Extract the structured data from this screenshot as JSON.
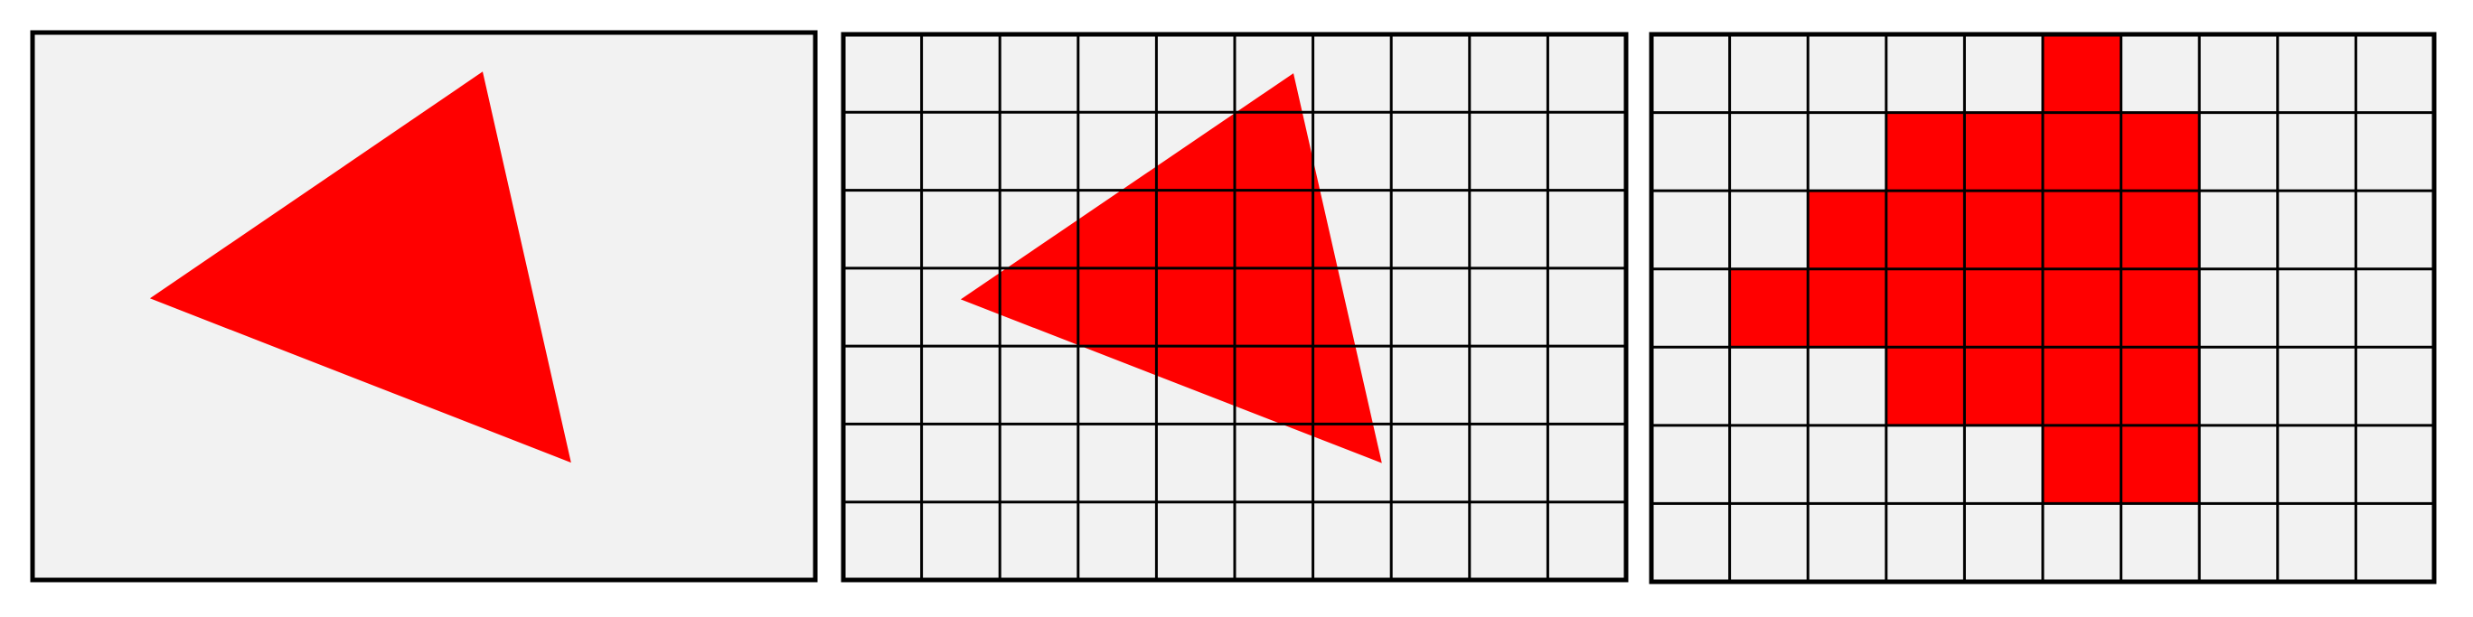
{
  "colors": {
    "background": "#ffffff",
    "panel_fill": "#f2f2f2",
    "shape_fill": "#ff0000",
    "stroke": "#000000"
  },
  "panels": [
    {
      "name": "continuous-triangle",
      "shows_grid": false,
      "shows_triangle": true,
      "shows_raster": false
    },
    {
      "name": "triangle-over-grid",
      "shows_grid": true,
      "shows_triangle": true,
      "shows_raster": false
    },
    {
      "name": "rasterized-triangle",
      "shows_grid": true,
      "shows_triangle": false,
      "shows_raster": true
    }
  ],
  "grid": {
    "columns": 10,
    "rows": 7
  },
  "triangle": {
    "vertices_in_cells": [
      [
        5.75,
        0.5
      ],
      [
        1.5,
        3.4
      ],
      [
        6.88,
        5.5
      ]
    ]
  },
  "raster": {
    "filled_cells_by_row": [
      [
        5
      ],
      [
        3,
        4,
        5,
        6
      ],
      [
        2,
        3,
        4,
        5,
        6
      ],
      [
        1,
        2,
        3,
        4,
        5,
        6
      ],
      [
        3,
        4,
        5,
        6
      ],
      [
        5,
        6
      ],
      []
    ]
  }
}
